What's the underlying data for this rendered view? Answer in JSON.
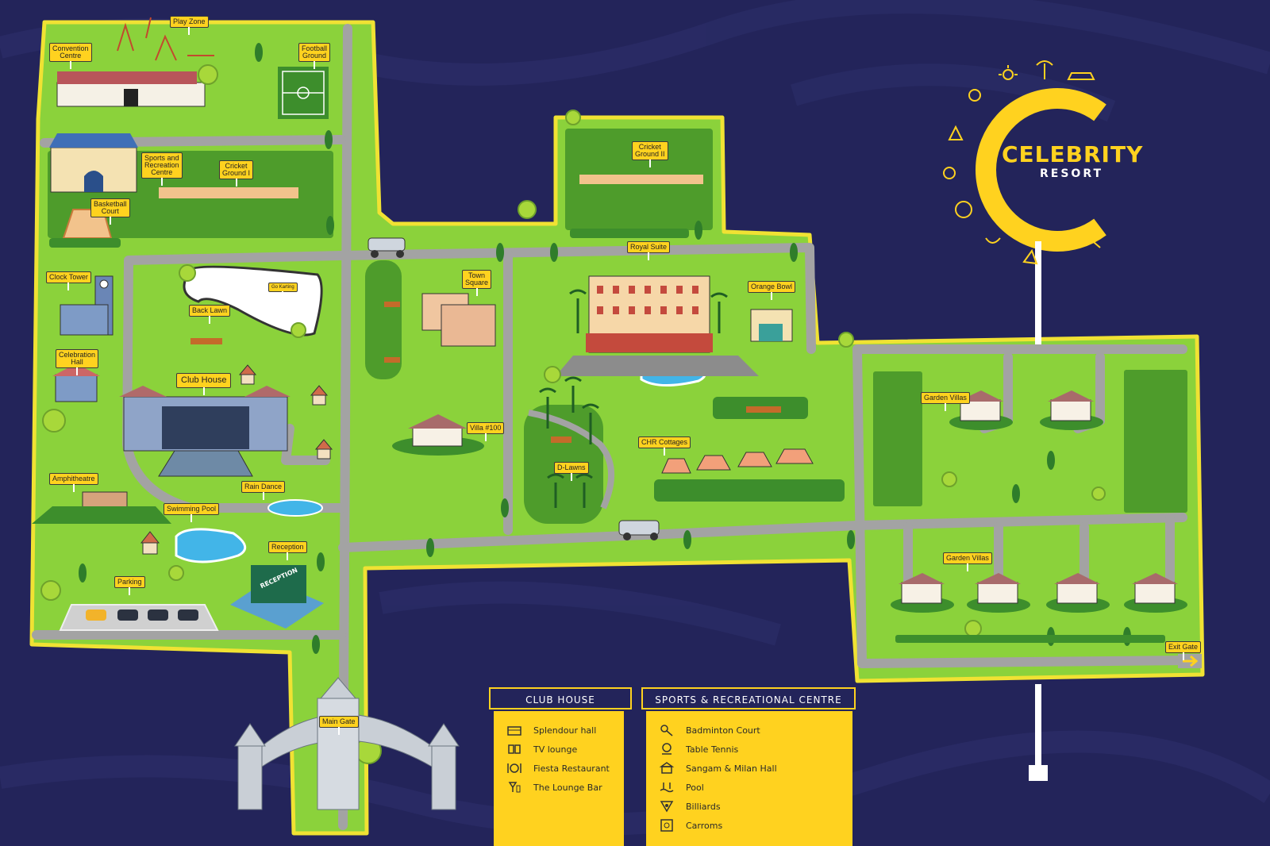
{
  "brand": {
    "name": "CELEBRITY",
    "subtitle": "RESORT"
  },
  "colors": {
    "background": "#23245a",
    "grass": "#8bd23b",
    "grass_dark": "#4e9c2b",
    "road": "#a3a3a3",
    "border": "#f0e233",
    "accent_yellow": "#ffd21f"
  },
  "places": {
    "play_zone": "Play Zone",
    "convention_centre": "Convention\nCentre",
    "football_ground": "Football\nGround",
    "sports_recreation_centre": "Sports and\nRecreation\nCentre",
    "cricket_ground_1": "Cricket\nGround I",
    "cricket_ground_2": "Cricket\nGround II",
    "basketball_court": "Basketball\nCourt",
    "clock_tower": "Clock Tower",
    "go_karting": "Go Karting",
    "back_lawn": "Back Lawn",
    "town_square": "Town\nSquare",
    "royal_suite": "Royal Suite",
    "orange_bowl": "Orange Bowl",
    "celebration_hall": "Celebration\nHall",
    "club_house": "Club House",
    "villa_100": "Villa #100",
    "garden_villas_1": "Garden Villas",
    "garden_villas_2": "Garden Villas",
    "chr_cottages": "CHR Cottages",
    "d_lawns": "D-Lawns",
    "amphitheatre": "Amphitheatre",
    "rain_dance": "Rain Dance",
    "swimming_pool": "Swimming Pool",
    "reception": "Reception",
    "reception_sign": "RECEPTION",
    "parking": "Parking",
    "main_gate": "Main Gate",
    "exit_gate": "Exit Gate"
  },
  "legend": {
    "club_house": {
      "title": "CLUB HOUSE",
      "items": [
        {
          "label": "Splendour hall",
          "icon": "hall-icon"
        },
        {
          "label": "TV lounge",
          "icon": "tv-lounge-icon"
        },
        {
          "label": "Fiesta Restaurant",
          "icon": "restaurant-icon"
        },
        {
          "label": "The Lounge Bar",
          "icon": "bar-icon"
        }
      ]
    },
    "sports": {
      "title": "SPORTS & RECREATIONAL CENTRE",
      "items": [
        {
          "label": "Badminton Court",
          "icon": "badminton-icon"
        },
        {
          "label": "Table Tennis",
          "icon": "table-tennis-icon"
        },
        {
          "label": "Sangam & Milan Hall",
          "icon": "hall-building-icon"
        },
        {
          "label": "Pool",
          "icon": "pool-icon"
        },
        {
          "label": "Billiards",
          "icon": "billiards-icon"
        },
        {
          "label": "Carroms",
          "icon": "carrom-icon"
        }
      ]
    }
  }
}
